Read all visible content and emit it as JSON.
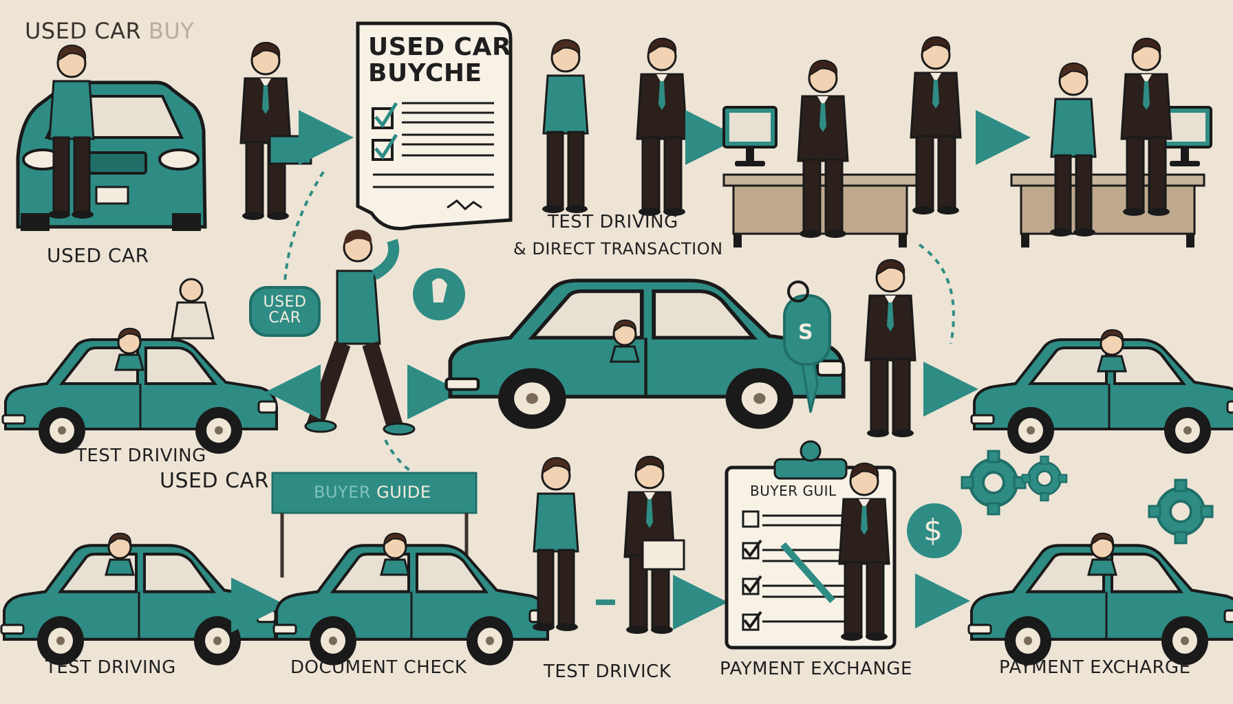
{
  "header": {
    "title": "USED CAR",
    "title_faded": "BUY"
  },
  "document": {
    "line1": "USED CAR",
    "line2": "BUYCHE"
  },
  "signs": {
    "used_car_badge_line1": "USED",
    "used_car_badge_line2": "CAR",
    "guide_banner_faded": "BUYER",
    "guide_banner": "GUIDE",
    "clipboard_title": "BUYER GUIL"
  },
  "labels": {
    "used_car": "USED CAR",
    "test_driving_top_1": "TEST DRIVING",
    "test_driving_top_2": "& DIRECT TRANSACTION",
    "test_driving_mid": "TEST DRIVING",
    "used_car_mid": "USED CAR",
    "test_driving_bottom": "TEST DRIVING",
    "document_check": "DOCUMENT CHECK",
    "test_drivick": "TEST DRIVICK",
    "payment_exchange_1": "PAYMENT EXCHANGE",
    "payment_exchange_2": "PAYMENT EXCHARGE"
  },
  "icons": {
    "dollar": "$",
    "key_tag": "S"
  },
  "colors": {
    "background": "#ede4d6",
    "teal": "#2e8c84",
    "teal_dark": "#1f6f68",
    "suit": "#2b201c",
    "ink": "#1f1f1f",
    "desk": "#c7b49c"
  }
}
